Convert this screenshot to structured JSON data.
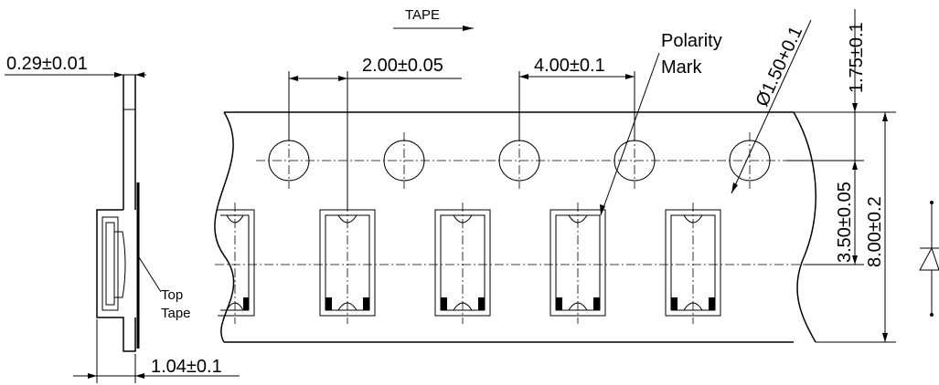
{
  "labels": {
    "tape_direction": "TAPE",
    "thickness": "0.29±0.01",
    "hole_pitch_2": "2.00±0.05",
    "hole_pitch_4": "4.00±0.1",
    "polarity_line1": "Polarity",
    "polarity_line2": "Mark",
    "hole_diameter": "Ø1.50+0.1",
    "edge_to_hole": "1.75±0.1",
    "hole_to_center": "3.50±0.05",
    "tape_width": "8.00±0.2",
    "top_tape_line1": "Top",
    "top_tape_line2": "Tape",
    "pocket_depth": "1.04±0.1"
  },
  "colors": {
    "line": "#000000",
    "background": "#ffffff"
  },
  "icons": {
    "diode_symbol": "diode-symbol-icon"
  }
}
